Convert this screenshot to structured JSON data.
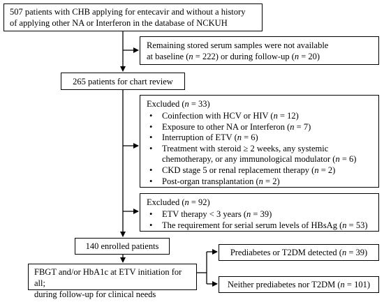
{
  "nodes": {
    "source": {
      "line1": "507 patients with CHB applying for entecavir and without a history",
      "line2": "of applying other NA or Interferon in the database of NCKUH"
    },
    "no_samples": {
      "line1": "Remaining stored serum samples were not available",
      "line2_a": "at baseline (",
      "line2_n1": "n",
      "line2_b": " = 222) or during follow-up (",
      "line2_n2": "n",
      "line2_c": " = 20)"
    },
    "chart_review": {
      "text": "265 patients for chart review"
    },
    "excluded_1": {
      "heading_a": "Excluded (",
      "heading_n": "n",
      "heading_b": " = 33)",
      "items": [
        {
          "a": "Coinfection with HCV or HIV (",
          "n": "n",
          "b": " = 12)"
        },
        {
          "a": "Exposure to other NA or Interferon (",
          "n": "n",
          "b": " = 7)"
        },
        {
          "a": "Interruption of ETV (",
          "n": "n",
          "b": " = 6)"
        },
        {
          "a": "Treatment with steroid ≥ 2 weeks, any systemic chemotherapy, or any immunological modulator (",
          "n": "n",
          "b": " = 6)"
        },
        {
          "a": "CKD stage 5 or renal replacement therapy (",
          "n": "n",
          "b": " = 2)"
        },
        {
          "a": "Post-organ transplantation (",
          "n": "n",
          "b": " = 2)"
        }
      ]
    },
    "excluded_2": {
      "heading_a": "Excluded (",
      "heading_n": "n",
      "heading_b": " = 92)",
      "items": [
        {
          "a": "ETV therapy < 3 years (",
          "n": "n",
          "b": " = 39)"
        },
        {
          "a": "The requirement for serial serum levels of HBsAg (",
          "n": "n",
          "b": " = 53)"
        }
      ]
    },
    "enrolled": {
      "text": "140 enrolled patients"
    },
    "screening": {
      "line1": "FBGT and/or HbA1c at ETV initiation for all;",
      "line2": "during follow-up for clinical needs"
    },
    "detected": {
      "a": "Prediabetes or T2DM detected (",
      "n": "n",
      "b": " = 39)"
    },
    "not_detected": {
      "a": "Neither prediabetes nor T2DM (",
      "n": "n",
      "b": " = 101)"
    }
  }
}
